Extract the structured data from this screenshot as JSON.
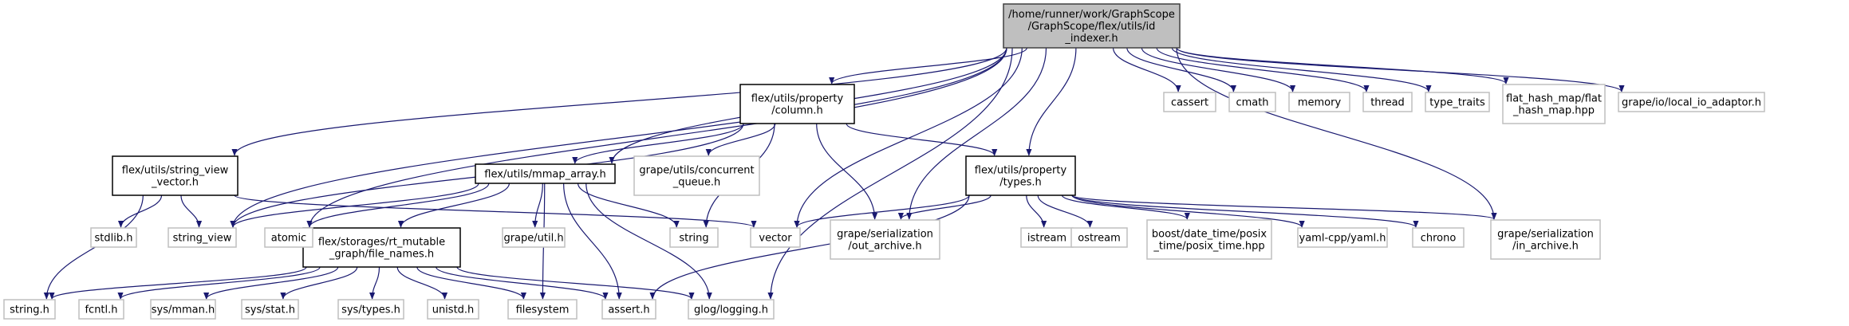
{
  "colors": {
    "edge": "#191970",
    "root_fill": "#bfbfbf",
    "root_border": "#404040",
    "internal_border": "#000000",
    "external_border": "#bfbfbf",
    "background": "#ffffff"
  },
  "nodes": [
    {
      "id": "root",
      "kind": "root",
      "lines": [
        "/home/runner/work/GraphScope",
        "/GraphScope/flex/utils/id",
        "_indexer.h"
      ]
    },
    {
      "id": "column",
      "kind": "internal",
      "lines": [
        "flex/utils/property",
        "/column.h"
      ]
    },
    {
      "id": "svv",
      "kind": "internal",
      "lines": [
        "flex/utils/string_view",
        "_vector.h"
      ]
    },
    {
      "id": "mmap",
      "kind": "internal",
      "lines": [
        "flex/utils/mmap_array.h"
      ]
    },
    {
      "id": "types",
      "kind": "internal",
      "lines": [
        "flex/utils/property",
        "/types.h"
      ]
    },
    {
      "id": "filenames",
      "kind": "internal",
      "lines": [
        "flex/storages/rt_mutable",
        "_graph/file_names.h"
      ]
    },
    {
      "id": "cassert",
      "kind": "external",
      "lines": [
        "cassert"
      ]
    },
    {
      "id": "cmath",
      "kind": "external",
      "lines": [
        "cmath"
      ]
    },
    {
      "id": "memory",
      "kind": "external",
      "lines": [
        "memory"
      ]
    },
    {
      "id": "thread",
      "kind": "external",
      "lines": [
        "thread"
      ]
    },
    {
      "id": "type_traits",
      "kind": "external",
      "lines": [
        "type_traits"
      ]
    },
    {
      "id": "flat_hash_map",
      "kind": "external",
      "lines": [
        "flat_hash_map/flat",
        "_hash_map.hpp"
      ]
    },
    {
      "id": "local_io",
      "kind": "external",
      "lines": [
        "grape/io/local_io_adaptor.h"
      ]
    },
    {
      "id": "cq",
      "kind": "external",
      "lines": [
        "grape/utils/concurrent",
        "_queue.h"
      ]
    },
    {
      "id": "stdlib",
      "kind": "external",
      "lines": [
        "stdlib.h"
      ]
    },
    {
      "id": "string_view",
      "kind": "external",
      "lines": [
        "string_view"
      ]
    },
    {
      "id": "atomic",
      "kind": "external",
      "lines": [
        "atomic"
      ]
    },
    {
      "id": "grape_util",
      "kind": "external",
      "lines": [
        "grape/util.h"
      ]
    },
    {
      "id": "string",
      "kind": "external",
      "lines": [
        "string"
      ]
    },
    {
      "id": "vector",
      "kind": "external",
      "lines": [
        "vector"
      ]
    },
    {
      "id": "out_archive",
      "kind": "external",
      "lines": [
        "grape/serialization",
        "/out_archive.h"
      ]
    },
    {
      "id": "istream",
      "kind": "external",
      "lines": [
        "istream"
      ]
    },
    {
      "id": "ostream",
      "kind": "external",
      "lines": [
        "ostream"
      ]
    },
    {
      "id": "posix_time",
      "kind": "external",
      "lines": [
        "boost/date_time/posix",
        "_time/posix_time.hpp"
      ]
    },
    {
      "id": "yaml",
      "kind": "external",
      "lines": [
        "yaml-cpp/yaml.h"
      ]
    },
    {
      "id": "chrono",
      "kind": "external",
      "lines": [
        "chrono"
      ]
    },
    {
      "id": "in_archive",
      "kind": "external",
      "lines": [
        "grape/serialization",
        "/in_archive.h"
      ]
    },
    {
      "id": "string_h",
      "kind": "external",
      "lines": [
        "string.h"
      ]
    },
    {
      "id": "fcntl",
      "kind": "external",
      "lines": [
        "fcntl.h"
      ]
    },
    {
      "id": "sys_mman",
      "kind": "external",
      "lines": [
        "sys/mman.h"
      ]
    },
    {
      "id": "sys_stat",
      "kind": "external",
      "lines": [
        "sys/stat.h"
      ]
    },
    {
      "id": "sys_types",
      "kind": "external",
      "lines": [
        "sys/types.h"
      ]
    },
    {
      "id": "unistd",
      "kind": "external",
      "lines": [
        "unistd.h"
      ]
    },
    {
      "id": "filesystem",
      "kind": "external",
      "lines": [
        "filesystem"
      ]
    },
    {
      "id": "assert_h",
      "kind": "external",
      "lines": [
        "assert.h"
      ]
    },
    {
      "id": "glog",
      "kind": "external",
      "lines": [
        "glog/logging.h"
      ]
    }
  ],
  "edges": [
    [
      "root",
      "column"
    ],
    [
      "root",
      "svv"
    ],
    [
      "root",
      "mmap"
    ],
    [
      "root",
      "types"
    ],
    [
      "root",
      "cassert"
    ],
    [
      "root",
      "cmath"
    ],
    [
      "root",
      "memory"
    ],
    [
      "root",
      "thread"
    ],
    [
      "root",
      "type_traits"
    ],
    [
      "root",
      "flat_hash_map"
    ],
    [
      "root",
      "local_io"
    ],
    [
      "root",
      "string_view"
    ],
    [
      "root",
      "atomic"
    ],
    [
      "root",
      "vector"
    ],
    [
      "root",
      "out_archive"
    ],
    [
      "root",
      "in_archive"
    ],
    [
      "root",
      "glog"
    ],
    [
      "column",
      "mmap"
    ],
    [
      "column",
      "types"
    ],
    [
      "column",
      "cq"
    ],
    [
      "column",
      "string_view"
    ],
    [
      "column",
      "string"
    ],
    [
      "column",
      "out_archive"
    ],
    [
      "svv",
      "stdlib"
    ],
    [
      "svv",
      "string_view"
    ],
    [
      "svv",
      "string_h"
    ],
    [
      "svv",
      "vector"
    ],
    [
      "mmap",
      "filenames"
    ],
    [
      "mmap",
      "string_view"
    ],
    [
      "mmap",
      "atomic"
    ],
    [
      "mmap",
      "grape_util"
    ],
    [
      "mmap",
      "string"
    ],
    [
      "mmap",
      "filesystem"
    ],
    [
      "mmap",
      "assert_h"
    ],
    [
      "mmap",
      "glog"
    ],
    [
      "types",
      "vector"
    ],
    [
      "types",
      "out_archive"
    ],
    [
      "types",
      "istream"
    ],
    [
      "types",
      "ostream"
    ],
    [
      "types",
      "posix_time"
    ],
    [
      "types",
      "yaml"
    ],
    [
      "types",
      "chrono"
    ],
    [
      "types",
      "in_archive"
    ],
    [
      "types",
      "assert_h"
    ],
    [
      "filenames",
      "string_h"
    ],
    [
      "filenames",
      "fcntl"
    ],
    [
      "filenames",
      "sys_mman"
    ],
    [
      "filenames",
      "sys_stat"
    ],
    [
      "filenames",
      "sys_types"
    ],
    [
      "filenames",
      "unistd"
    ],
    [
      "filenames",
      "filesystem"
    ],
    [
      "filenames",
      "assert_h"
    ],
    [
      "filenames",
      "glog"
    ]
  ]
}
